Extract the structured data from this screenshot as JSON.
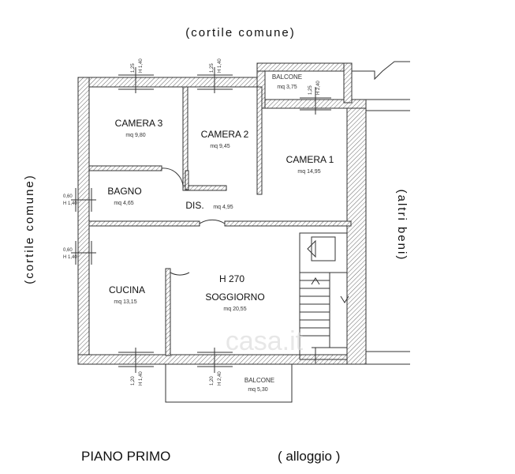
{
  "surroundings": {
    "top": "(cortile   comune)",
    "left": "(cortile   comune)",
    "right": "(altri    beni)"
  },
  "rooms": {
    "camera3": {
      "name": "CAMERA 3",
      "area": "mq 9,80"
    },
    "camera2": {
      "name": "CAMERA 2",
      "area": "mq 9,45"
    },
    "camera1": {
      "name": "CAMERA 1",
      "area": "mq 14,95"
    },
    "bagno": {
      "name": "BAGNO",
      "area": "mq 4,65"
    },
    "dis": {
      "name": "DIS.",
      "area": "mq 4,95"
    },
    "cucina": {
      "name": "CUCINA",
      "area": "mq 13,15"
    },
    "soggiorno": {
      "name": "SOGGIORNO",
      "area": "mq 20,55",
      "height": "H 270"
    },
    "balcone_top": {
      "name": "BALCONE",
      "area": "mq 3,75"
    },
    "balcone_bottom": {
      "name": "BALCONE",
      "area": "mq 5,30"
    }
  },
  "windows": {
    "w1_a": "1,25",
    "w1_b": "H 1,40",
    "w2_a": "1,25",
    "w2_b": "H 1,40",
    "w3_a": "1,25",
    "w3_b": "H 2,40",
    "w4_a": "0,60",
    "w4_b": "H 1,40",
    "w5_a": "0,60",
    "w5_b": "H 1,40",
    "w6_a": "1,20",
    "w6_b": "H 1,40",
    "w7_a": "1,20",
    "w7_b": "H 2,40"
  },
  "footer": {
    "floor": "PIANO  PRIMO",
    "unit": "( alloggio )"
  },
  "watermark": "casa.it"
}
